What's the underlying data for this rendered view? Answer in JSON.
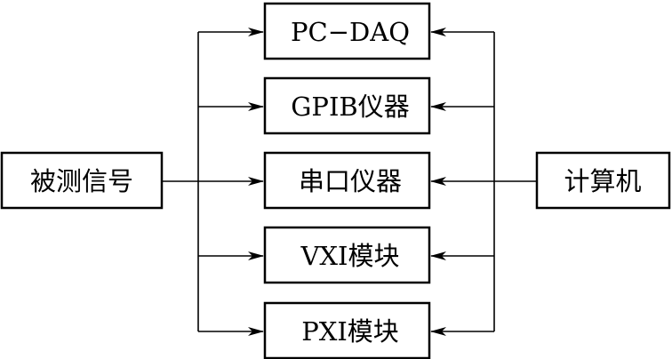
{
  "diagram": {
    "source": {
      "label": "被测信号"
    },
    "computer": {
      "label": "计算机"
    },
    "devices": [
      {
        "id": "pc-daq",
        "label": "PC−DAQ"
      },
      {
        "id": "gpib",
        "label": "GPIB仪器"
      },
      {
        "id": "serial",
        "label": "串口仪器"
      },
      {
        "id": "vxi",
        "label": "VXI模块"
      },
      {
        "id": "pxi",
        "label": "PXI模块"
      }
    ]
  }
}
